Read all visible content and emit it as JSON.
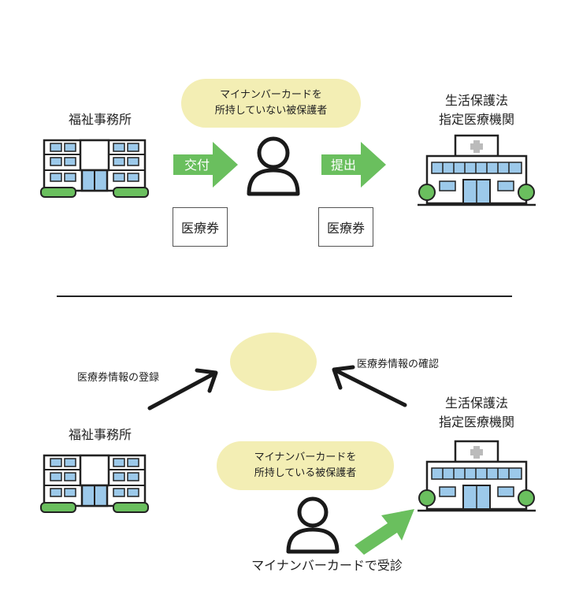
{
  "top": {
    "welfare_office_label": "福祉事務所",
    "bubble_line1": "マイナンバーカードを",
    "bubble_line2": "所持していない被保護者",
    "issue_arrow_label": "交付",
    "submit_arrow_label": "提出",
    "ticket_left": "医療券",
    "ticket_right": "医療券",
    "institution_line1": "生活保護法",
    "institution_line2": "指定医療機関"
  },
  "bottom": {
    "register_label": "医療券情報の登録",
    "confirm_label": "医療券情報の確認",
    "welfare_office_label": "福祉事務所",
    "institution_line1": "生活保護法",
    "institution_line2": "指定医療機関",
    "bubble_line1": "マイナンバーカードを",
    "bubble_line2": "所持している被保護者",
    "visit_label": "マイナンバーカードで受診"
  },
  "colors": {
    "green": "#6abf5e",
    "bubble": "#f3eeb4",
    "window_blue": "#9cc9ea",
    "dark": "#1a1a1a"
  }
}
